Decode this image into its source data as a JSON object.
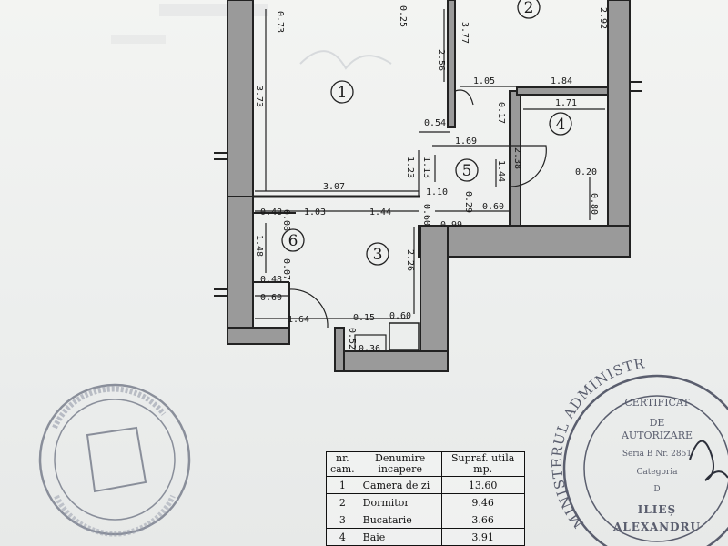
{
  "dimensions": {
    "d073": "0.73",
    "d025": "0.25",
    "d377": "3.77",
    "d292": "2.92",
    "d373": "3.73",
    "d256": "2.56",
    "d105": "1.05",
    "d184": "1.84",
    "d171": "1.71",
    "d017": "0.17",
    "d054": "0.54",
    "d169": "1.69",
    "d123": "1.23",
    "d113": "1.13",
    "d144v": "1.44",
    "d238": "2.38",
    "d020": "0.20",
    "d307": "3.07",
    "d110": "1.10",
    "d080": "0.80",
    "d048a": "0.48",
    "d008": "0.08",
    "d103": "1.03",
    "d144h": "1.44",
    "d060a": "0.60",
    "d029": "0.29",
    "d060b": "0.60",
    "d099": "0.99",
    "d148": "1.48",
    "d226": "2.26",
    "d048b": "0.48",
    "d007": "0.07",
    "d060c": "0.60",
    "d164": "1.64",
    "d015": "0.15",
    "d060d": "0.60",
    "d052": "0.52",
    "d036": "0.36"
  },
  "rooms": {
    "r1": "1",
    "r2": "2",
    "r3": "3",
    "r4": "4",
    "r5": "5",
    "r6": "6"
  },
  "table": {
    "headers": {
      "nr": "nr. cam.",
      "name": "Denumire incapere",
      "area": "Supraf. utila mp."
    },
    "rows": [
      {
        "nr": "1",
        "name": "Camera de zi",
        "area": "13.60"
      },
      {
        "nr": "2",
        "name": "Dormitor",
        "area": "9.46"
      },
      {
        "nr": "3",
        "name": "Bucatarie",
        "area": "3.66"
      },
      {
        "nr": "4",
        "name": "Baie",
        "area": "3.91"
      }
    ]
  },
  "stamp_right": {
    "ring": "MINISTERUL ADMINISTR",
    "line1": "CERTIFICAT",
    "line2": "DE",
    "line3": "AUTORIZARE",
    "line4": "Seria B Nr. 2851",
    "line5": "Categoria",
    "line6": "D",
    "name1": "ILIEȘ",
    "name2": "ALEXANDRU"
  },
  "colors": {
    "wall_fill": "#9a9a9a",
    "ink": "#1a1a1a",
    "stamp_ink": "#5a5e6e"
  }
}
